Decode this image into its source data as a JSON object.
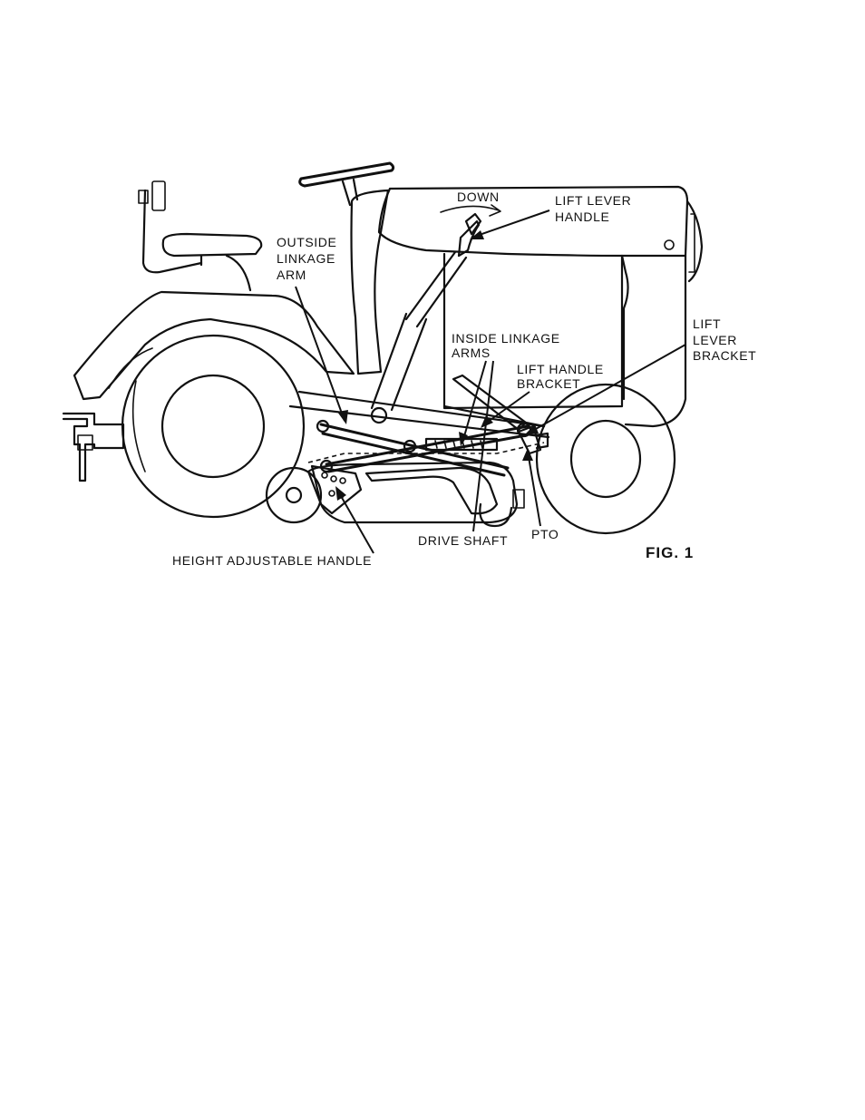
{
  "figure": {
    "caption": "FIG. 1",
    "labels": {
      "down": "DOWN",
      "lift_lever_handle": [
        "LIFT LEVER",
        "HANDLE"
      ],
      "outside_linkage_arm": [
        "OUTSIDE",
        "LINKAGE",
        "ARM"
      ],
      "inside_linkage_arms": [
        "INSIDE LINKAGE",
        "ARMS"
      ],
      "lift_handle_bracket": [
        "LIFT HANDLE",
        "BRACKET"
      ],
      "lift_lever_bracket": [
        "LIFT",
        "LEVER",
        "BRACKET"
      ],
      "pto": "PTO",
      "drive_shaft": "DRIVE SHAFT",
      "height_adjustable_handle": "HEIGHT ADJUSTABLE HANDLE"
    }
  }
}
